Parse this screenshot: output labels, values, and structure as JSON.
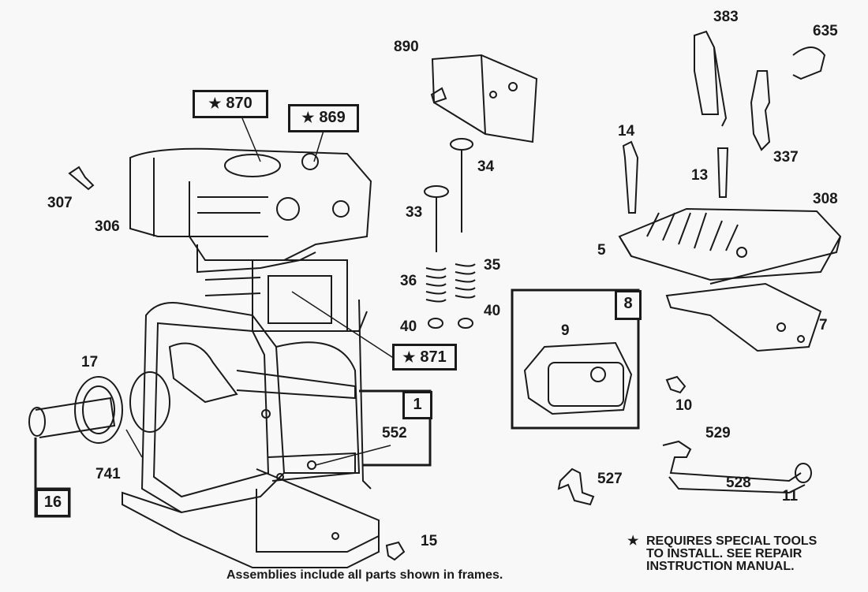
{
  "diagram": {
    "title": "Engine cylinder, crankshaft and valve parts",
    "labels": {
      "p890": "890",
      "p383": "383",
      "p635": "635",
      "p870": "870",
      "p869": "869",
      "p307": "307",
      "p306": "306",
      "p34": "34",
      "p33": "33",
      "p14": "14",
      "p13": "13",
      "p337": "337",
      "p308": "308",
      "p5": "5",
      "p36": "36",
      "p35": "35",
      "p40a": "40",
      "p40b": "40",
      "p871": "871",
      "p8": "8",
      "p9": "9",
      "p7": "7",
      "p17": "17",
      "p1": "1",
      "p552": "552",
      "p10": "10",
      "p529": "529",
      "p741": "741",
      "p527": "527",
      "p528": "528",
      "p11": "11",
      "p16": "16",
      "p15": "15"
    },
    "star_symbol": "★",
    "special_tools_note": [
      "REQUIRES SPECIAL TOOLS",
      "TO INSTALL.  SEE REPAIR",
      "INSTRUCTION MANUAL."
    ],
    "footer": "Assemblies include all parts shown in frames."
  }
}
